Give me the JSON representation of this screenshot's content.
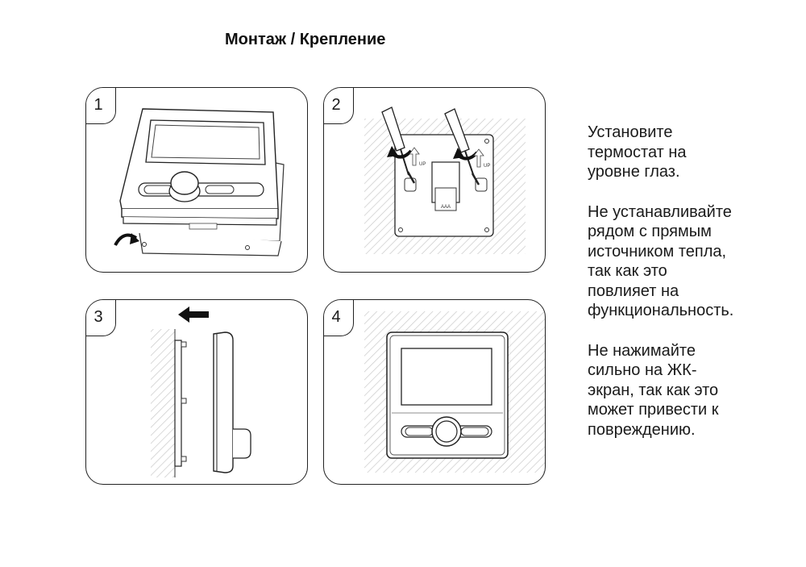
{
  "title": "Монтаж / Крепление",
  "steps": [
    {
      "number": "1"
    },
    {
      "number": "2"
    },
    {
      "number": "3"
    },
    {
      "number": "4"
    }
  ],
  "notes": [
    {
      "text": "Установите\nтермостат на\nуровне глаз."
    },
    {
      "text": "Не устанавливайте\nрядом с прямым\nисточником тепла,\nтак как это\nповлияет на\nфункциональность."
    },
    {
      "text": "Не нажимайте\nсильно на ЖК-\nэкран, так как это\nможет привести к\nповреждению."
    }
  ],
  "illustration_labels": {
    "up_arrow_label": "UP",
    "base_mark": "AAA"
  }
}
